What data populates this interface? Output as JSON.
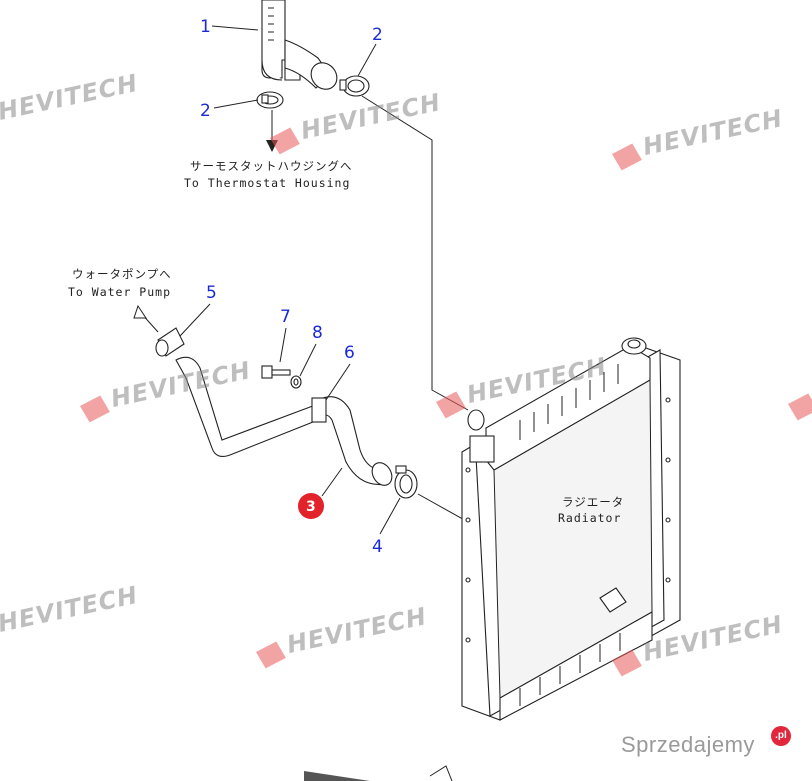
{
  "callouts": {
    "c1": "1",
    "c2a": "2",
    "c2b": "2",
    "c3": "3",
    "c4": "4",
    "c5": "5",
    "c6": "6",
    "c7": "7",
    "c8": "8"
  },
  "notes": {
    "thermostat_jp": "サーモスタットハウジングへ",
    "thermostat_en": "To Thermostat Housing",
    "pump_jp": "ウォータポンプへ",
    "pump_en": "To Water Pump",
    "radiator_jp": "ラジエータ",
    "radiator_en": "Radiator"
  },
  "watermark": {
    "text": "HEVITECH",
    "site": "Sprzedajemy",
    "site_badge": ".pl"
  },
  "colors": {
    "callout": "#1a2bd6",
    "highlight_callout": "#e2232a",
    "watermark_logo": "#e8575a"
  }
}
